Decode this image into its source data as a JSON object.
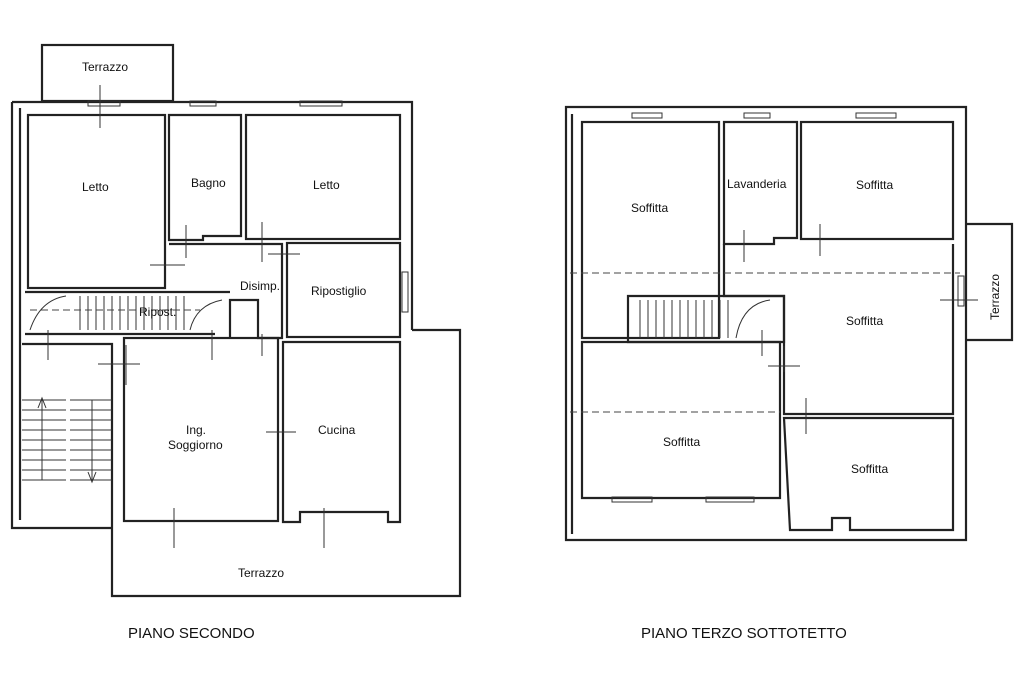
{
  "floors": [
    {
      "title": "PIANO SECONDO",
      "rooms": {
        "terrazzo_top": "Terrazzo",
        "letto_left": "Letto",
        "bagno": "Bagno",
        "letto_right": "Letto",
        "disimp": "Disimp.",
        "ripostiglio": "Ripostiglio",
        "ripost": "Ripost.",
        "ing_line1": "Ing.",
        "ing_line2": "Soggiorno",
        "cucina": "Cucina",
        "terrazzo_bottom": "Terrazzo"
      }
    },
    {
      "title": "PIANO TERZO SOTTOTETTO",
      "rooms": {
        "soffitta_left_top": "Soffitta",
        "lavanderia": "Lavanderia",
        "soffitta_right_top": "Soffitta",
        "terrazzo_side": "Terrazzo",
        "soffitta_center_right": "Soffitta",
        "soffitta_left_bottom": "Soffitta",
        "soffitta_right_bottom": "Soffitta"
      }
    }
  ]
}
